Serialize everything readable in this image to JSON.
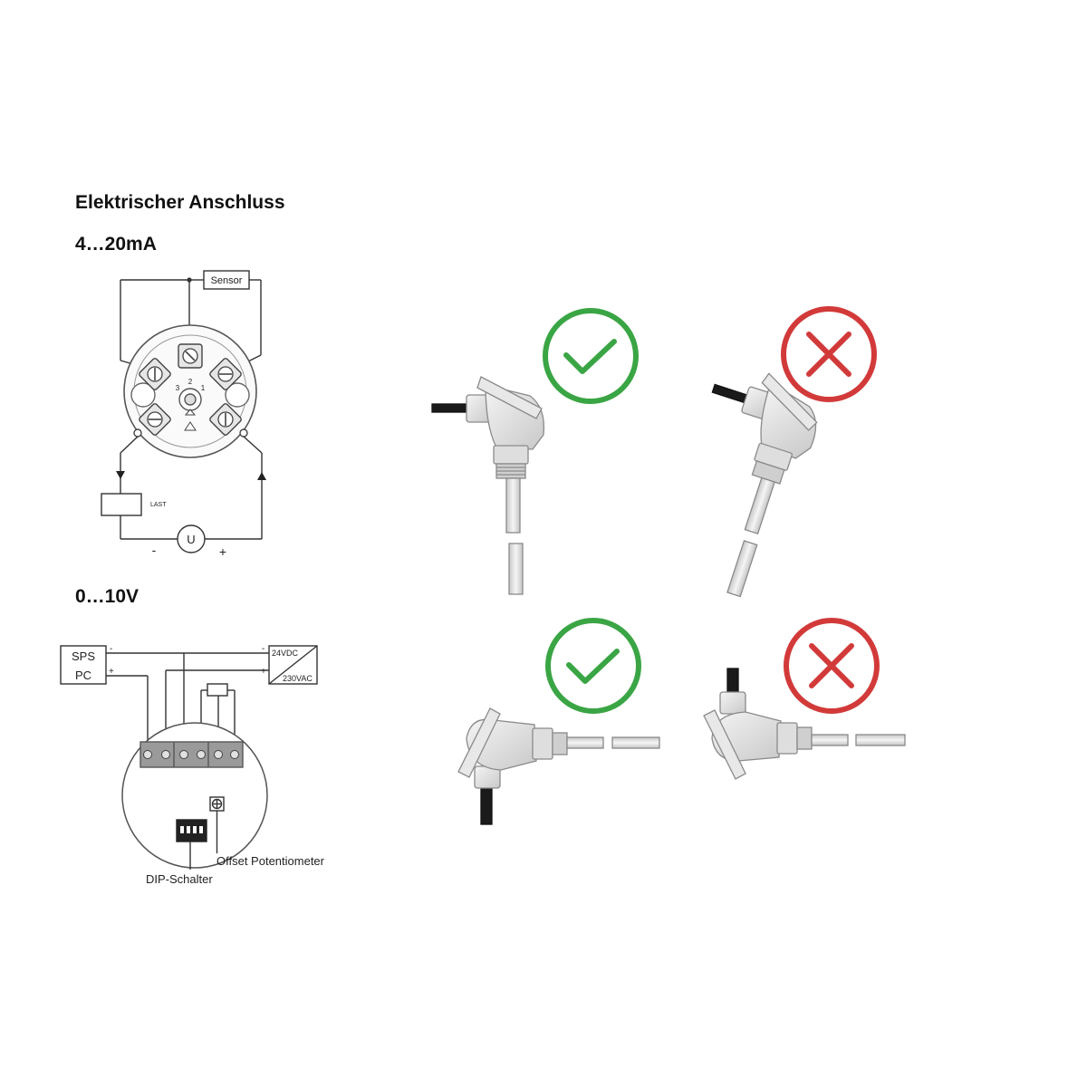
{
  "title": "Elektrischer Anschluss",
  "section_current": {
    "heading": "4…20mA",
    "sensor_label": "Sensor",
    "load_label": "LAST",
    "source_label": "U",
    "minus_label": "-",
    "plus_label": "+",
    "terminal_numbers": [
      "3",
      "2",
      "1"
    ]
  },
  "section_voltage": {
    "heading": "0…10V",
    "sps_label": "SPS",
    "pc_label": "PC",
    "supply_top_label": "24VDC",
    "supply_bottom_label": "230VAC",
    "minus_label": "-",
    "plus_label": "+",
    "dip_label": "DIP-Schalter",
    "offset_label": "Offset Potentiometer"
  },
  "mounting_examples": [
    {
      "orientation": "cable entry pointing sideways, probe pointing down",
      "status": "correct",
      "icon": "check-icon",
      "color": "#3aa544"
    },
    {
      "orientation": "cable entry pointing upward, probe tilted",
      "status": "incorrect",
      "icon": "cross-icon",
      "color": "#d23a3a"
    },
    {
      "orientation": "cable entry pointing down, probe horizontal",
      "status": "correct",
      "icon": "check-icon",
      "color": "#3aa544"
    },
    {
      "orientation": "cable entry pointing up, probe horizontal",
      "status": "incorrect",
      "icon": "cross-icon",
      "color": "#d23a3a"
    }
  ]
}
